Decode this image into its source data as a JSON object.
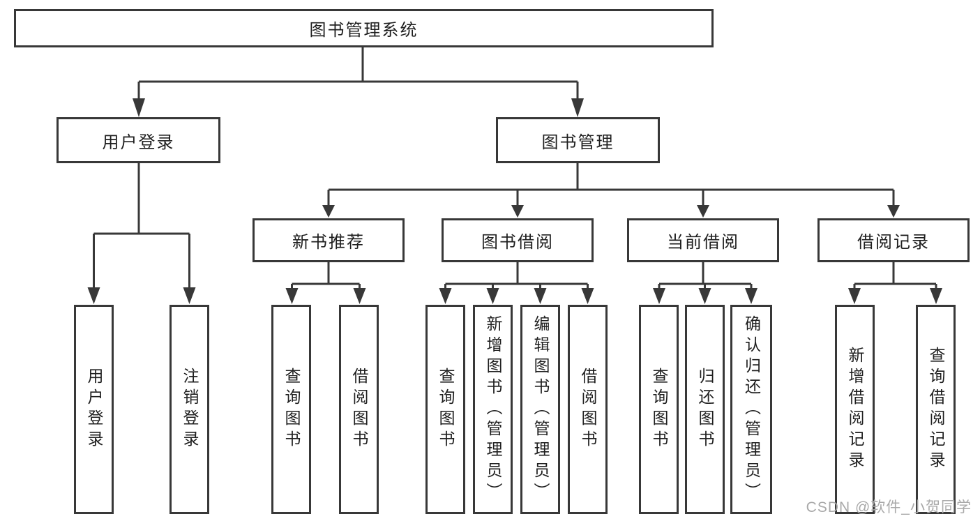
{
  "colors": {
    "line": "#383838",
    "box_border": "#383838",
    "text": "#1f1f1f",
    "background": "#ffffff",
    "watermark": "#a9a9a9"
  },
  "watermark": "CSDN @软件_小贺同学",
  "tree": {
    "root": "图书管理系统",
    "children": [
      {
        "label": "用户登录",
        "children": [
          "用户登录",
          "注销登录"
        ]
      },
      {
        "label": "图书管理",
        "children": [
          {
            "label": "新书推荐",
            "children": [
              "查询图书",
              "借阅图书"
            ]
          },
          {
            "label": "图书借阅",
            "children": [
              "查询图书",
              "新增图书（管理员）",
              "编辑图书（管理员）",
              "借阅图书"
            ]
          },
          {
            "label": "当前借阅",
            "children": [
              "查询图书",
              "归还图书",
              "确认归还（管理员）"
            ]
          },
          {
            "label": "借阅记录",
            "children": [
              "新增借阅记录",
              "查询借阅记录"
            ]
          }
        ]
      }
    ]
  }
}
